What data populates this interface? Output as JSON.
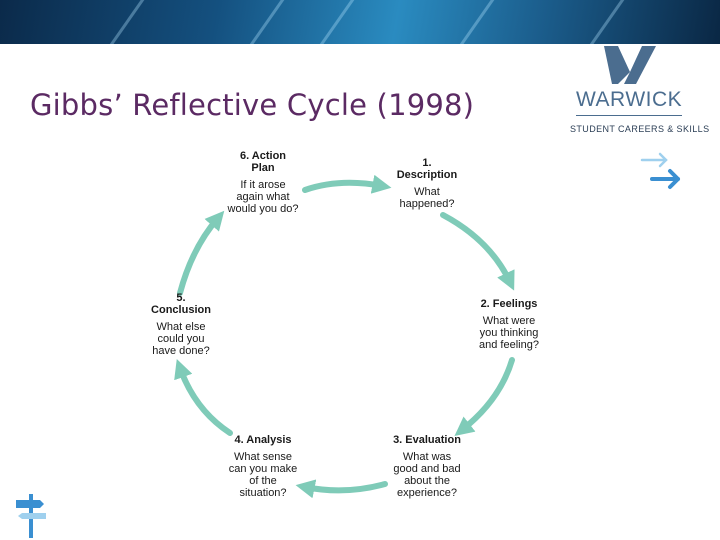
{
  "slide": {
    "title": "Gibbs’ Reflective Cycle (1998)"
  },
  "branding": {
    "logo_word": "WARWICK",
    "logo_subtitle": "STUDENT CAREERS & SKILLS",
    "icons": [
      "warwick-logo-icon",
      "double-arrow-icon",
      "signpost-icon"
    ],
    "colors": {
      "title": "#5b2a63",
      "logo": "#4b6d8f",
      "arrow": "#7fcbb8",
      "accent_arrow": "#3a8fd1"
    }
  },
  "cycle": {
    "stages": [
      {
        "id": "description",
        "heading": "1.\nDescription",
        "question": "What\nhappened?"
      },
      {
        "id": "feelings",
        "heading": "2. Feelings",
        "question": "What were\nyou thinking\nand feeling?"
      },
      {
        "id": "evaluation",
        "heading": "3. Evaluation",
        "question": "What was\ngood and bad\nabout the\nexperience?"
      },
      {
        "id": "analysis",
        "heading": "4. Analysis",
        "question": "What sense\ncan you make\nof the\nsituation?"
      },
      {
        "id": "conclusion",
        "heading": "5.\nConclusion",
        "question": "What else\ncould you\nhave done?"
      },
      {
        "id": "action-plan",
        "heading": "6. Action\nPlan",
        "question": "If it arose\nagain what\nwould you do?"
      }
    ]
  }
}
